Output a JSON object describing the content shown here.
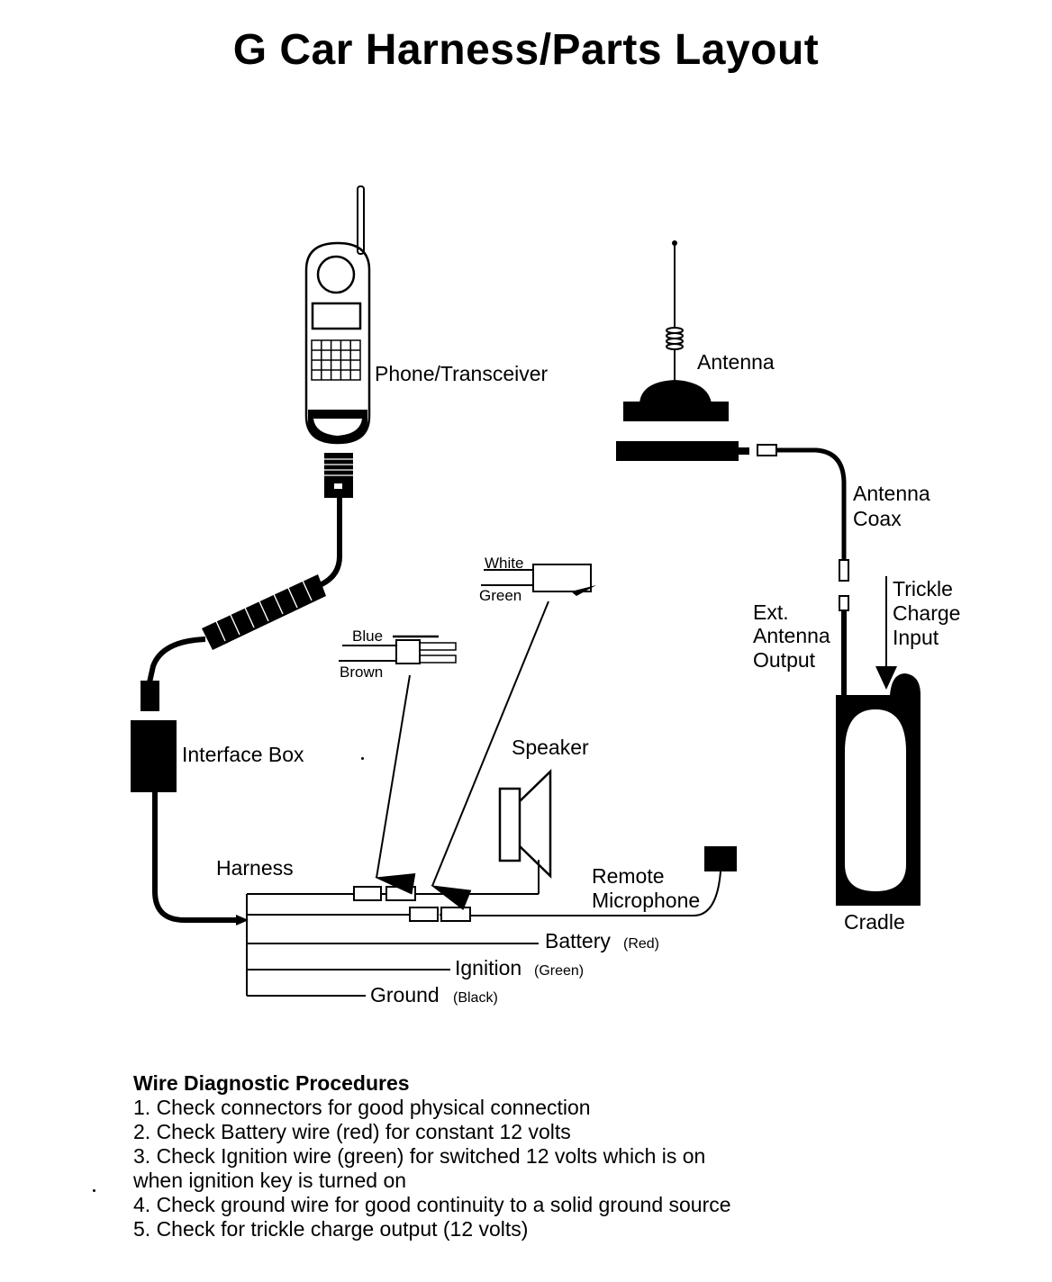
{
  "title": "G Car Harness/Parts Layout",
  "labels": {
    "phone": "Phone/Transceiver",
    "antenna": "Antenna",
    "antenna_coax_1": "Antenna",
    "antenna_coax_2": "Coax",
    "trickle_1": "Trickle",
    "trickle_2": "Charge",
    "trickle_3": "Input",
    "ext_1": "Ext.",
    "ext_2": "Antenna",
    "ext_3": "Output",
    "cradle": "Cradle",
    "interface_box": "Interface Box",
    "speaker": "Speaker",
    "harness": "Harness",
    "remote_1": "Remote",
    "remote_2": "Microphone",
    "white": "White",
    "green": "Green",
    "blue": "Blue",
    "brown": "Brown",
    "battery": "Battery",
    "battery_color": "(Red)",
    "ignition": "Ignition",
    "ignition_color": "(Green)",
    "ground": "Ground",
    "ground_color": "(Black)"
  },
  "procedures": {
    "heading": "Wire Diagnostic Procedures",
    "steps": [
      "1.  Check connectors for good physical connection",
      "2.  Check Battery wire (red) for constant 12 volts",
      "3.  Check Ignition wire (green) for switched 12 volts which is on",
      "when ignition key is turned on",
      "4.  Check ground wire for good continuity to a solid ground source",
      "5.  Check for trickle charge output (12 volts)"
    ]
  }
}
